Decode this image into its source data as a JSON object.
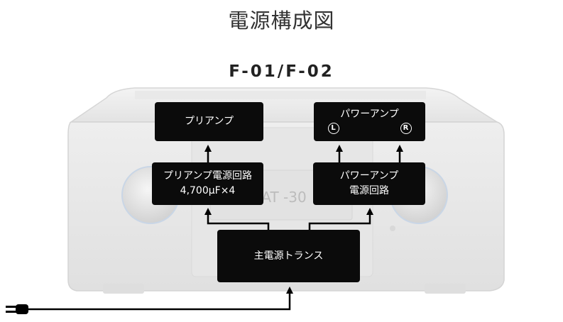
{
  "title": "電源構成図",
  "model": "F-01/F-02",
  "blocks": {
    "preamp": "プリアンプ",
    "power_amp": "パワーアンプ",
    "power_amp_left": "L",
    "power_amp_right": "R",
    "preamp_supply_line1": "プリアンプ電源回路",
    "preamp_supply_line2": "4,700μF×4",
    "power_amp_supply_line1": "パワーアンプ",
    "power_amp_supply_line2": "電源回路",
    "main_transformer": "主電源トランス"
  },
  "background_display": {
    "text": "AT  -30"
  },
  "colors": {
    "box": "#0b0b0b",
    "box_text": "#ffffff",
    "arrow": "#000000",
    "chassis": "#ececec",
    "chassis_edge": "#d4d4d4"
  }
}
